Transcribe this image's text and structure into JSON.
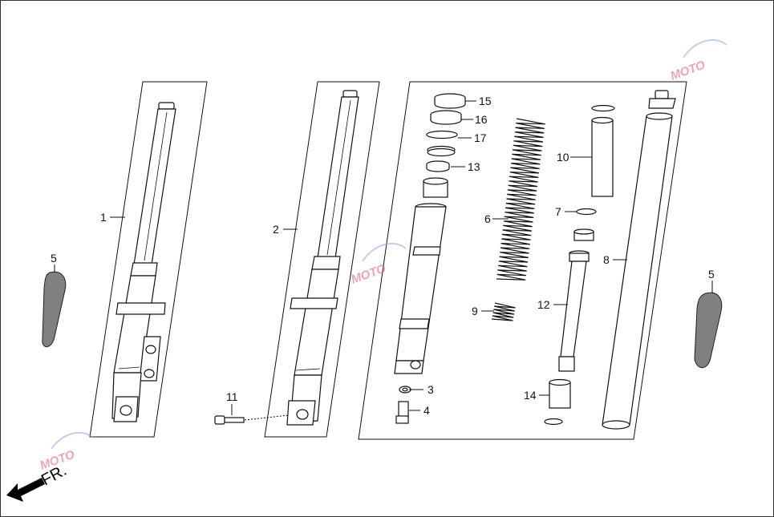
{
  "diagram": {
    "type": "exploded-parts-diagram",
    "direction_label": "FR.",
    "watermark": "MOTO",
    "colors": {
      "line": "#111111",
      "part_fill": "#ffffff",
      "boot_fill": "#9a9a9a",
      "watermark": "#e05a7a"
    },
    "callouts": [
      {
        "id": "1",
        "text": "1"
      },
      {
        "id": "2",
        "text": "2"
      },
      {
        "id": "3",
        "text": "3"
      },
      {
        "id": "4",
        "text": "4"
      },
      {
        "id": "5a",
        "text": "5"
      },
      {
        "id": "5b",
        "text": "5"
      },
      {
        "id": "6",
        "text": "6"
      },
      {
        "id": "7",
        "text": "7"
      },
      {
        "id": "8",
        "text": "8"
      },
      {
        "id": "9",
        "text": "9"
      },
      {
        "id": "10",
        "text": "10"
      },
      {
        "id": "11",
        "text": "11"
      },
      {
        "id": "12",
        "text": "12"
      },
      {
        "id": "13",
        "text": "13"
      },
      {
        "id": "14",
        "text": "14"
      },
      {
        "id": "15",
        "text": "15"
      },
      {
        "id": "16",
        "text": "16"
      },
      {
        "id": "17",
        "text": "17"
      }
    ]
  }
}
